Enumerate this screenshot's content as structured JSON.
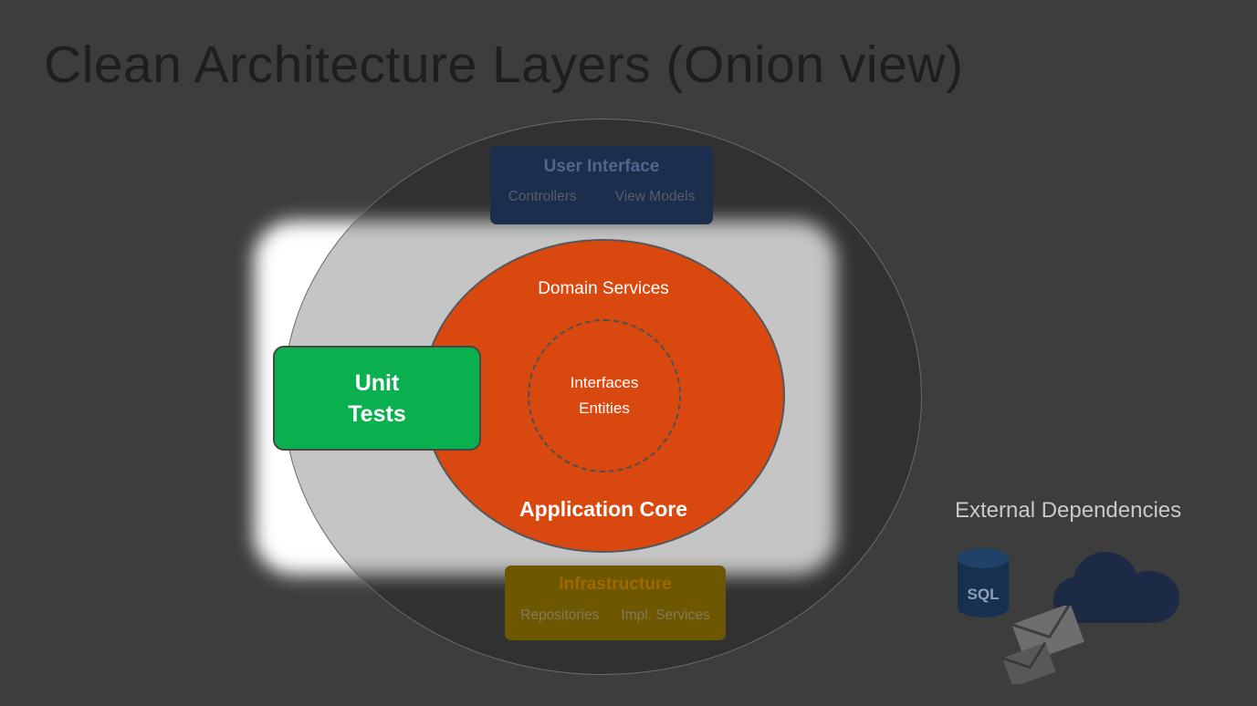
{
  "slide": {
    "title": "Clean Architecture Layers (Onion view)"
  },
  "user_interface_box": {
    "title": "User Interface",
    "items": [
      "Controllers",
      "View Models"
    ]
  },
  "application_core": {
    "domain_label": "Domain Services",
    "core_label": "Application Core",
    "inner_labels": [
      "Interfaces",
      "Entities"
    ]
  },
  "infrastructure_box": {
    "title": "Infrastructure",
    "items": [
      "Repositories",
      "Impl. Services"
    ]
  },
  "unit_tests_box": {
    "lines": [
      "Unit",
      "Tests"
    ]
  },
  "external_dependencies": {
    "title": "External Dependencies",
    "sql_icon_label": "SQL",
    "icons": [
      "sql-database-icon",
      "cloud-icon",
      "mail-envelopes-icon"
    ]
  },
  "colors": {
    "background": "#3d3d3d",
    "highlight": "#ffffff",
    "outer_ellipse_border": "#6b6b6b",
    "application_core_fill": "#d9480e",
    "unit_tests_fill": "#0ab04e",
    "user_interface_fill": "#1c2e4e",
    "infrastructure_fill": "#6d5700",
    "sql_icon_fill": "#15314f",
    "cloud_icon_fill": "#1c2a45",
    "envelope_icon_fill": "#6e6e6e"
  }
}
